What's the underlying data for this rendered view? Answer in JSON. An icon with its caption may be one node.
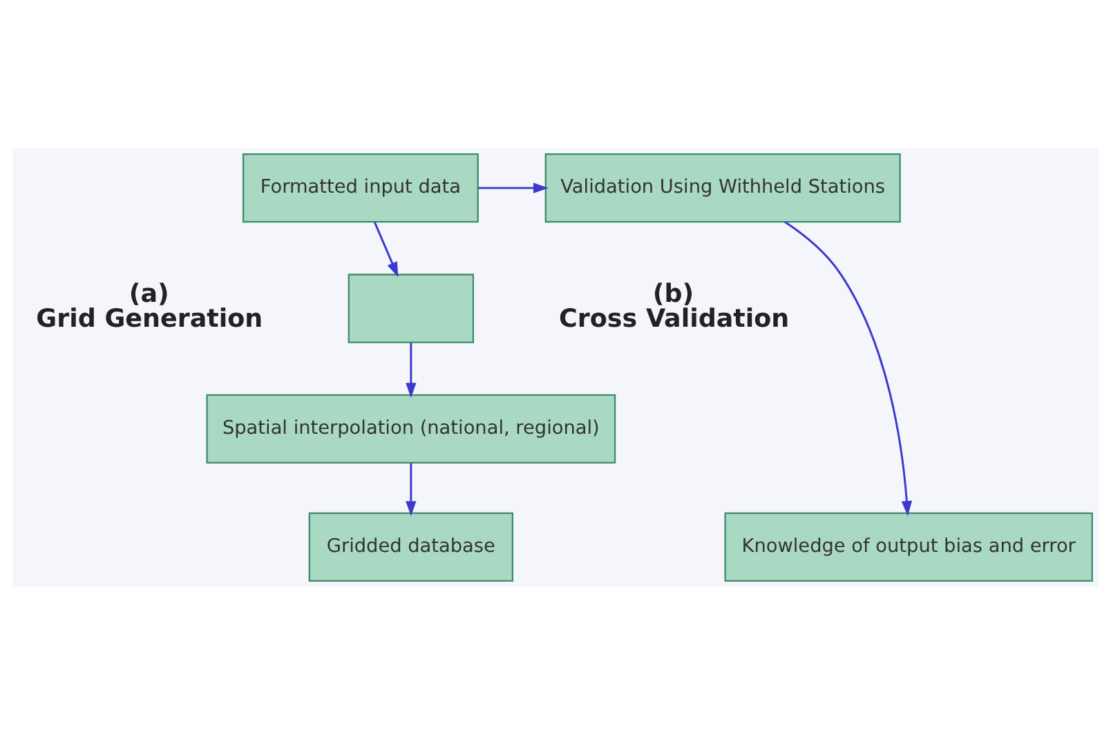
{
  "diagram": {
    "nodes": [
      {
        "text": [
          "Formatted input data"
        ]
      },
      {
        "text": [
          "Validation Using Withheld Stations"
        ]
      },
      {
        "text": [],
        "shape": "box"
      },
      {
        "text": [
          "Spatial interpolation (national, regional)"
        ]
      },
      {
        "text": [
          "Gridded database"
        ]
      },
      {
        "text": [
          "Knowledge of output bias and error"
        ]
      }
    ],
    "edges": [
      {
        "from": 0,
        "to": 1,
        "arrow": "to"
      },
      {
        "from": 0,
        "to": 2,
        "arrow": "to"
      },
      {
        "from": 2,
        "to": 3,
        "arrow": "to"
      },
      {
        "from": 3,
        "to": 4,
        "arrow": "to"
      },
      {
        "from": 1,
        "to": 5,
        "arrow": "to"
      }
    ],
    "labels": [
      "(a) Grid Generation",
      "(b) Cross Validation"
    ]
  }
}
